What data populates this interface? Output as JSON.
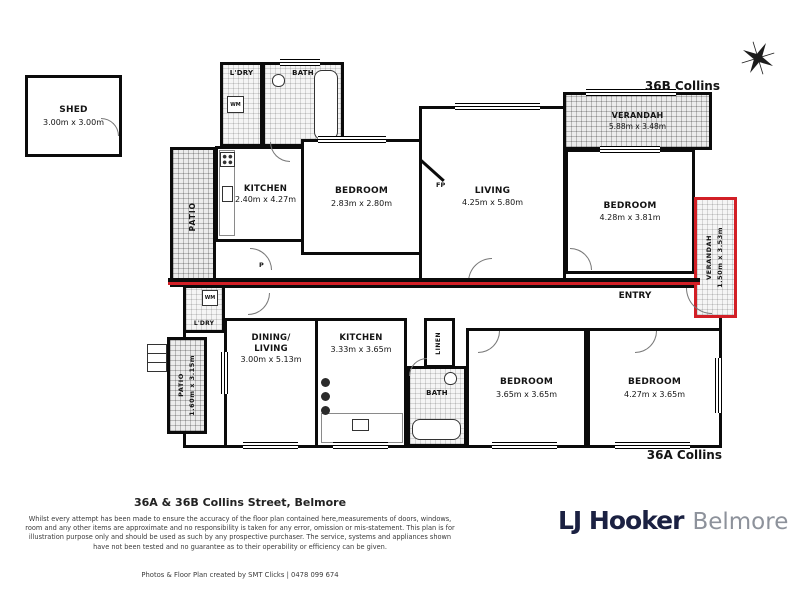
{
  "labels": {
    "unit_b": "36B Collins",
    "unit_a": "36A Collins",
    "entry": "ENTRY",
    "fp": "FP",
    "p": "P",
    "wm": "WM",
    "linen": "LINEN"
  },
  "rooms": {
    "shed": {
      "name": "SHED",
      "dims": "3.00m x 3.00m"
    },
    "verandah_top": {
      "name": "VERANDAH",
      "dims": "5.88m x 3.48m"
    },
    "verandah_right": {
      "vtext": "VERANDAH\n1.50m x 3.53m"
    },
    "patio_b": {
      "vtext": "PATIO"
    },
    "ldry_b": {
      "name": "L'DRY"
    },
    "bath_b": {
      "name": "BATH"
    },
    "kitchen_b": {
      "name": "KITCHEN",
      "dims": "2.40m x 4.27m"
    },
    "bedroom1": {
      "name": "BEDROOM",
      "dims": "2.83m x 2.80m"
    },
    "living": {
      "name": "LIVING",
      "dims": "4.25m x 5.80m"
    },
    "bedroom2": {
      "name": "BEDROOM",
      "dims": "4.28m x 3.81m"
    },
    "ldry_a": {
      "name": "L'DRY"
    },
    "dining": {
      "name": "DINING/\nLIVING",
      "dims": "3.00m x 5.13m"
    },
    "kitchen_a": {
      "name": "KITCHEN",
      "dims": "3.33m x 3.65m"
    },
    "bath_a": {
      "name": "BATH"
    },
    "bedroom3": {
      "name": "BEDROOM",
      "dims": "3.65m x 3.65m"
    },
    "bedroom4": {
      "name": "BEDROOM",
      "dims": "4.27m x 3.65m"
    },
    "patio_a": {
      "vtext": "PATIO\n1.60m x 3.15m"
    }
  },
  "footer": {
    "address": "36A & 36B Collins Street, Belmore",
    "disclaimer": "Whilst every attempt has been made to ensure the accuracy of the floor plan contained here,measurements of doors, windows, room and any other items are approximate and no responsibility is taken for any error, omission or mis-statement. This plan is for illustration purpose only and should be used as such by any prospective purchaser. The service, systems and appliances shown have not been tested and no guarantee as to their operability or efficiency can be given.",
    "credit": "Photos & Floor Plan created by SMT Clicks | 0478 099 674",
    "brand": "LJ Hooker",
    "branch": "Belmore"
  },
  "icons": {
    "compass": "compass-rose"
  },
  "colors": {
    "boundary_red": "#d21f26",
    "wall": "#0b0b0b",
    "brand_navy": "#1b2142",
    "brand_gray": "#8d929b"
  }
}
